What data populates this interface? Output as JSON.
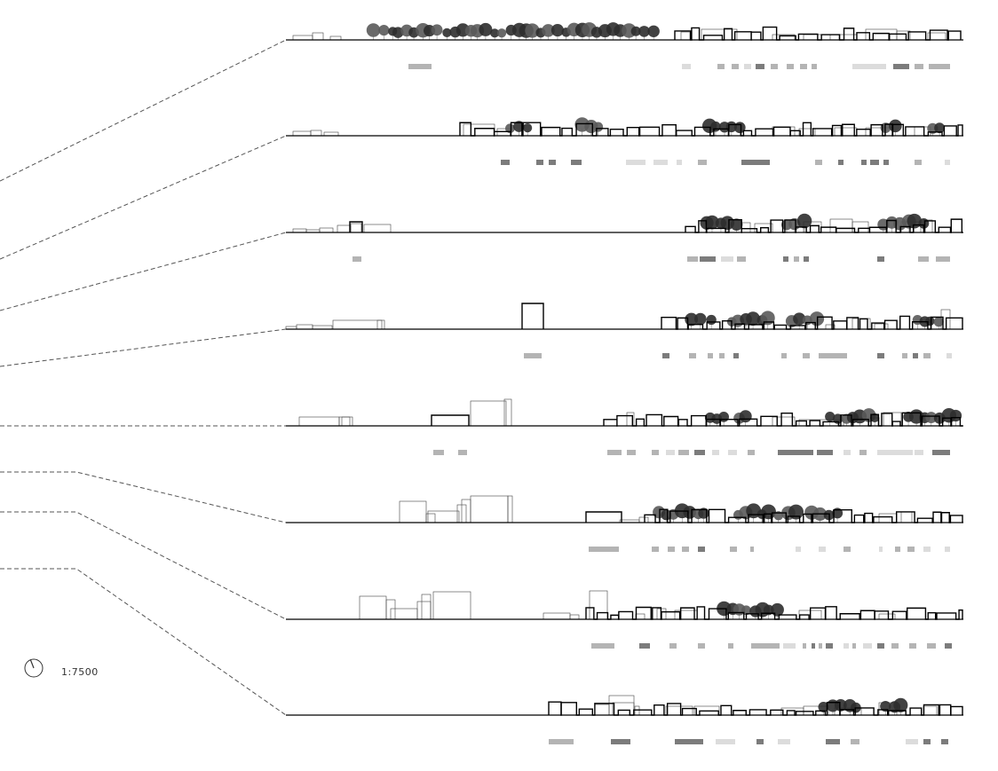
{
  "scale": {
    "label": "1:7500"
  },
  "icons": {
    "north_arrow": "north-arrow-icon"
  },
  "colors": {
    "line": "#000000",
    "outline": "#444444",
    "dash": "#555555",
    "tree_dark": "#2e2e2e",
    "tree_mid": "#5a5a5a",
    "bar_light": "#dcdcdc",
    "bar_mid": "#b4b4b4",
    "bar_dark": "#7c7c7c"
  },
  "sections": [
    {
      "id": "section-1"
    },
    {
      "id": "section-2"
    },
    {
      "id": "section-3"
    },
    {
      "id": "section-4"
    },
    {
      "id": "section-5"
    },
    {
      "id": "section-6"
    },
    {
      "id": "section-7"
    },
    {
      "id": "section-8"
    }
  ]
}
